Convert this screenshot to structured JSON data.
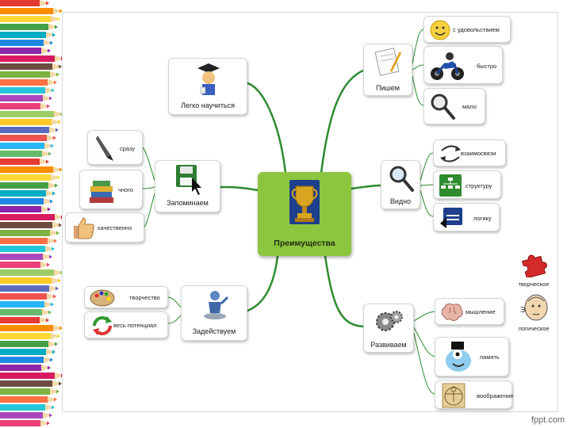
{
  "center": {
    "label": "Преимущества",
    "icon": "trophy-icon"
  },
  "branches": [
    {
      "id": "learn",
      "label": "Легко научиться",
      "icon": "graduate-icon",
      "leaves": []
    },
    {
      "id": "memorize",
      "label": "Запоминаем",
      "icon": "floppy-disk-icon",
      "leaves": [
        {
          "label": "сразу",
          "icon": "pen-icon"
        },
        {
          "label": "чного",
          "icon": "books-icon"
        },
        {
          "label": "качественно",
          "icon": "thumbs-up-icon"
        }
      ]
    },
    {
      "id": "engage",
      "label": "Задействуем",
      "icon": "figure-icon",
      "leaves": [
        {
          "label": "творчество",
          "icon": "palette-icon"
        },
        {
          "label": "весь потенциал",
          "icon": "cycle-arrows-icon"
        }
      ]
    },
    {
      "id": "write",
      "label": "Пишем",
      "icon": "notepad-icon",
      "leaves": [
        {
          "label": "с удовольствием",
          "icon": "smiley-icon"
        },
        {
          "label": "быстро",
          "icon": "motorbike-icon"
        },
        {
          "label": "мало",
          "icon": "magnifier-icon"
        }
      ]
    },
    {
      "id": "see",
      "label": "Видно",
      "icon": "magnifier-icon",
      "leaves": [
        {
          "label": "взаимосвязи",
          "icon": "arrows-icon"
        },
        {
          "label": "структуру",
          "icon": "structure-icon"
        },
        {
          "label": "логику",
          "icon": "logic-icon"
        }
      ]
    },
    {
      "id": "develop",
      "label": "Развиваем",
      "icon": "gears-icon",
      "leaves": [
        {
          "label": "мышление",
          "icon": "brain-icon"
        },
        {
          "label": "память",
          "icon": "character-icon"
        },
        {
          "label": "воображение",
          "icon": "vitruvian-icon"
        }
      ]
    }
  ],
  "side_notes": [
    {
      "label": "творческое",
      "icon": "puzzle-icon"
    },
    {
      "label": "логическое",
      "icon": "head-icon"
    }
  ],
  "footer": "fppt.com",
  "colors": {
    "branch": "#2e8b2e",
    "center": "#8cc63f"
  }
}
